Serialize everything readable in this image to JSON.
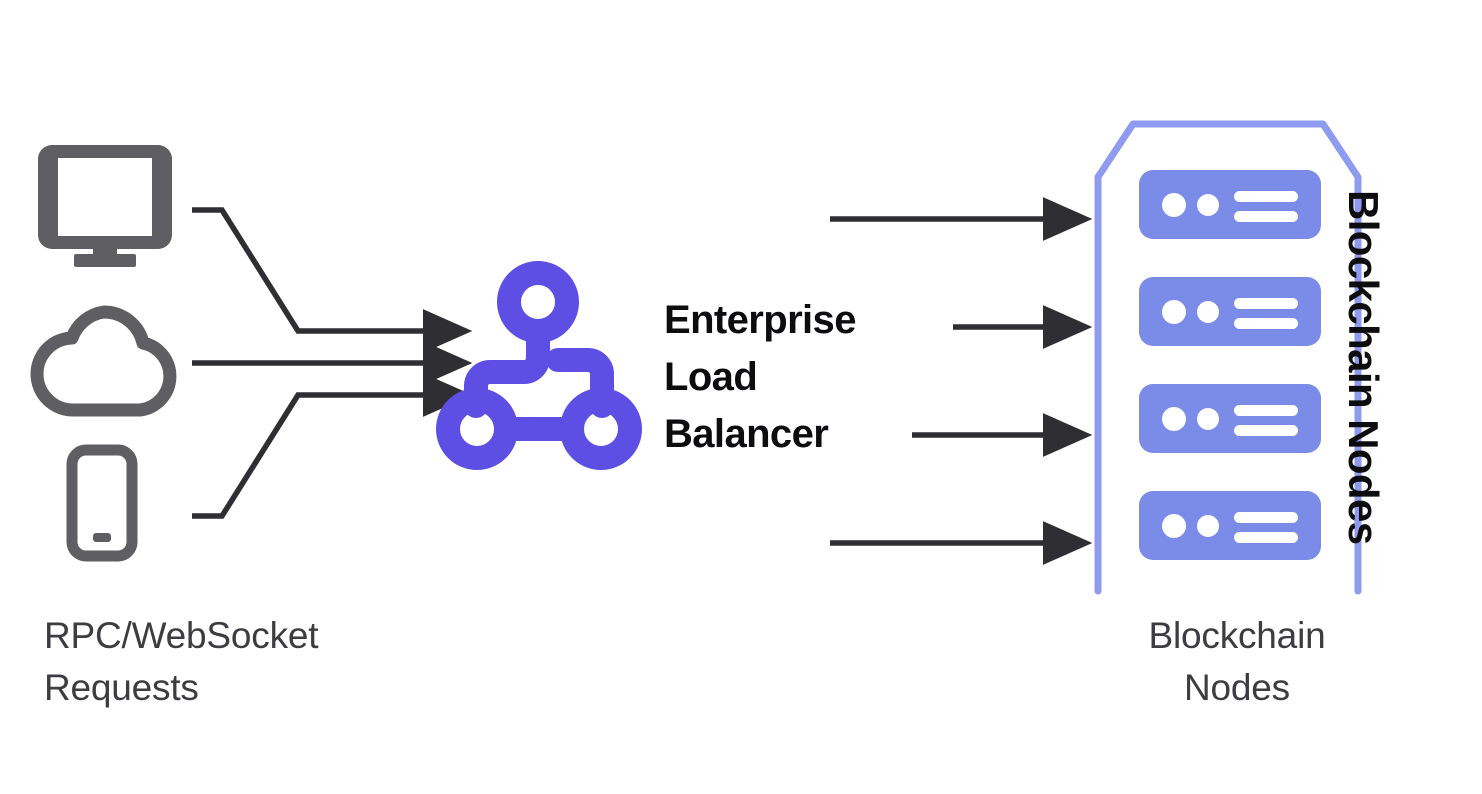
{
  "diagram": {
    "title": "Enterprise Load Balancer architecture for blockchain RPC traffic",
    "background_color": "#ffffff",
    "colors": {
      "client_icon_gray": "#5e5e63",
      "text_gray": "#3c3c41",
      "text_black": "#0d0d0f",
      "arrow_dark": "#2e2e33",
      "load_balancer_purple": "#5d4fe3",
      "server_unit_blue": "#7b8ce8",
      "rack_outline_blue": "#8e9bf0",
      "server_detail_white": "#ffffff"
    },
    "clients": {
      "label": "RPC/WebSocket\nRequests",
      "icons": [
        {
          "name": "desktop-monitor-icon",
          "alt": "Desktop computer client"
        },
        {
          "name": "cloud-icon",
          "alt": "Cloud service client"
        },
        {
          "name": "mobile-phone-icon",
          "alt": "Mobile phone client"
        }
      ]
    },
    "load_balancer": {
      "label": "Enterprise\nLoad\nBalancer",
      "icon": "network-node-graph-icon",
      "node_count": 3
    },
    "nodes": {
      "label": "Blockchain\nNodes",
      "side_label": "Blockchain Nodes",
      "icon": "server-rack-icon",
      "unit_count": 4,
      "units": [
        {
          "name": "server-unit-1",
          "indicator_dots": 2,
          "detail_bars": 2
        },
        {
          "name": "server-unit-2",
          "indicator_dots": 2,
          "detail_bars": 2
        },
        {
          "name": "server-unit-3",
          "indicator_dots": 2,
          "detail_bars": 2
        },
        {
          "name": "server-unit-4",
          "indicator_dots": 2,
          "detail_bars": 2
        }
      ]
    },
    "flows": {
      "ingress": {
        "count": 3,
        "description": "Client requests converge into the load balancer",
        "arrows": [
          {
            "name": "ingress-arrow-desktop",
            "from": "desktop-monitor-icon",
            "to": "load-balancer-icon"
          },
          {
            "name": "ingress-arrow-cloud",
            "from": "cloud-icon",
            "to": "load-balancer-icon"
          },
          {
            "name": "ingress-arrow-mobile",
            "from": "mobile-phone-icon",
            "to": "load-balancer-icon"
          }
        ]
      },
      "egress": {
        "count": 4,
        "description": "Balanced traffic distributed to blockchain nodes",
        "arrows": [
          {
            "name": "egress-arrow-node-1",
            "from": "load-balancer-icon",
            "to": "server-unit-1"
          },
          {
            "name": "egress-arrow-node-2",
            "from": "load-balancer-icon",
            "to": "server-unit-2"
          },
          {
            "name": "egress-arrow-node-3",
            "from": "load-balancer-icon",
            "to": "server-unit-3"
          },
          {
            "name": "egress-arrow-node-4",
            "from": "load-balancer-icon",
            "to": "server-unit-4"
          }
        ]
      }
    }
  }
}
